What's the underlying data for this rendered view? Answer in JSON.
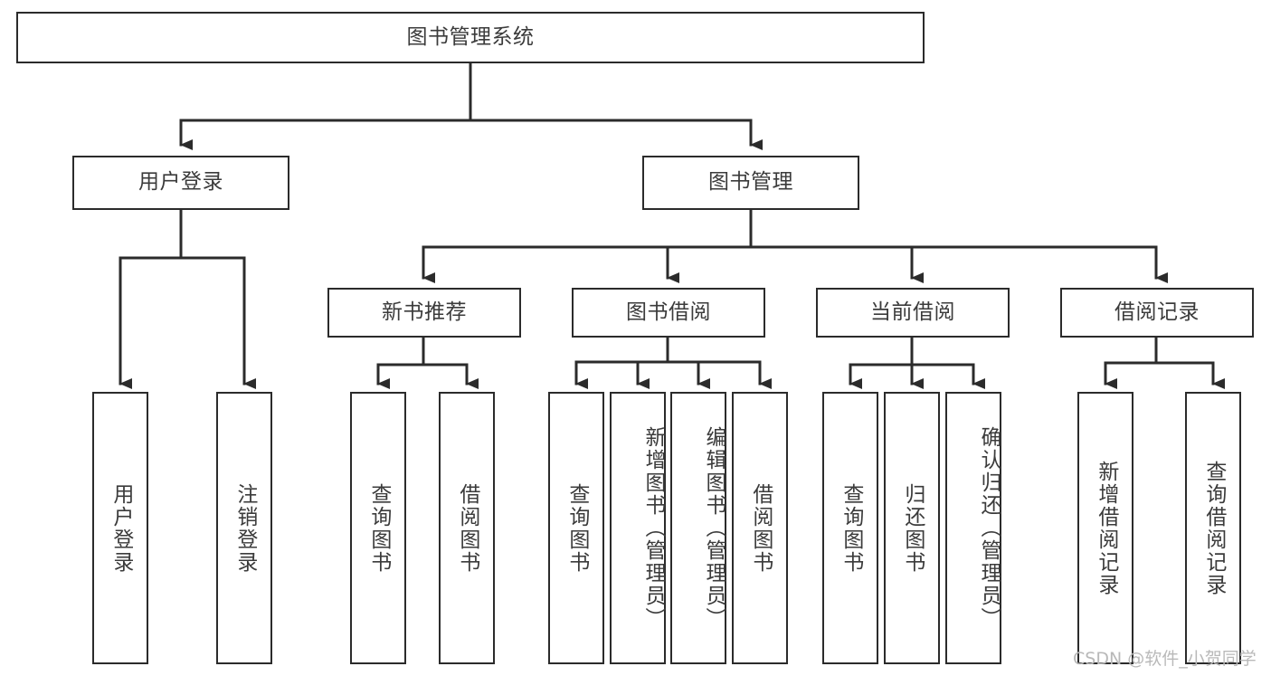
{
  "diagram": {
    "type": "tree",
    "title": "图书管理系统",
    "orientation": "top-down",
    "line_color": "#2b2b2b",
    "box_border_color": "#2b2b2b",
    "text_color": "#3b3b3b",
    "background_color": "#ffffff"
  },
  "nodes": {
    "root": {
      "label": "图书管理系统"
    },
    "level2": [
      {
        "label": "用户登录"
      },
      {
        "label": "图书管理"
      }
    ],
    "level3": [
      {
        "label": "新书推荐"
      },
      {
        "label": "图书借阅"
      },
      {
        "label": "当前借阅"
      },
      {
        "label": "借阅记录"
      }
    ],
    "leaves": {
      "user_login": [
        {
          "label": "用户登录"
        },
        {
          "label": "注销登录"
        }
      ],
      "new_book_recommend": [
        {
          "label": "查询图书"
        },
        {
          "label": "借阅图书"
        }
      ],
      "book_borrow": [
        {
          "label": "查询图书"
        },
        {
          "label": "新增图书（管理员）"
        },
        {
          "label": "编辑图书（管理员）"
        },
        {
          "label": "借阅图书"
        }
      ],
      "current_borrow": [
        {
          "label": "查询图书"
        },
        {
          "label": "归还图书"
        },
        {
          "label": "确认归还（管理员）"
        }
      ],
      "borrow_record": [
        {
          "label": "新增借阅记录"
        },
        {
          "label": "查询借阅记录"
        }
      ]
    }
  },
  "watermark": {
    "text": "CSDN @软件_小贺同学"
  }
}
